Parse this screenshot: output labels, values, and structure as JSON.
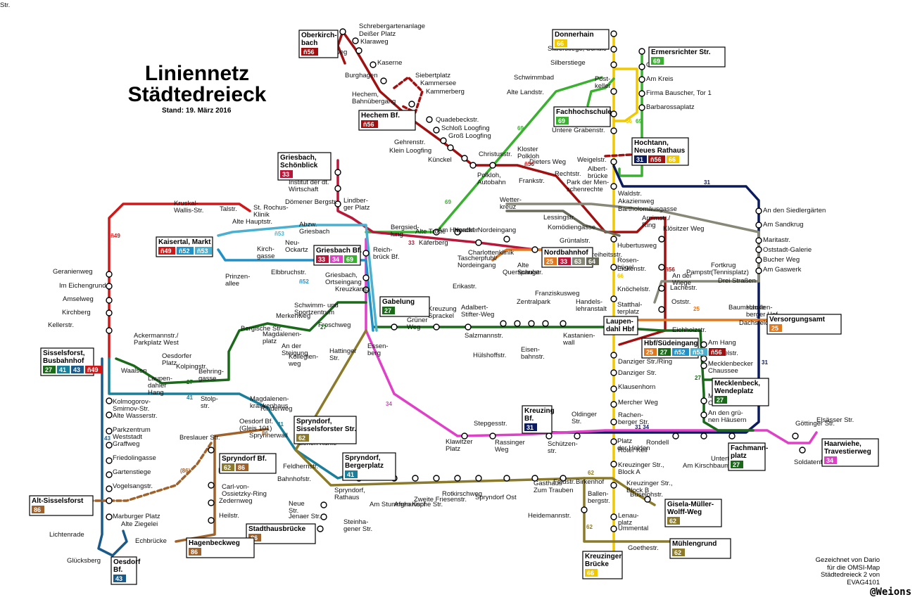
{
  "title_line1": "Liniennetz",
  "title_line2": "Städtedreieck",
  "stand": "Stand: 19. März 2016",
  "credit": [
    "Gezeichnet von Dario",
    "für die OMSI-Map",
    "Städtedreieck 2 von",
    "EVAG4101"
  ],
  "signature": "@Weions",
  "colors": {
    "L25": "#e07820",
    "L27": "#1a6a1a",
    "L31": "#0c1a5e",
    "L33": "#b8173a",
    "L34": "#e040c8",
    "L41": "#1a7f9a",
    "L43": "#1a5a8a",
    "L52": "#2090c8",
    "L53": "#4bb0d0",
    "L56": "#a01010",
    "L62": "#8a7a2a",
    "L63": "#888878",
    "L64": "#6a6a5a",
    "L66": "#f0c800",
    "L69": "#3ab030",
    "L86": "#a0622a",
    "L49": "#d01818"
  },
  "terminals": [
    {
      "id": "t-donnerhain",
      "name": "Donnerhain",
      "lines": [
        {
          "n": "66",
          "c": "L66"
        }
      ]
    },
    {
      "id": "t-ermersrichter",
      "name": "Ermersrichter Str.",
      "lines": [
        {
          "n": "69",
          "c": "L69"
        }
      ]
    },
    {
      "id": "t-oberkirchbach",
      "name": "Oberkirch-\nbach",
      "lines": [
        {
          "n": "ñ56",
          "c": "L56"
        }
      ]
    },
    {
      "id": "t-hechem",
      "name": "Hechem Bf.",
      "lines": [
        {
          "n": "ñ56",
          "c": "L56"
        }
      ]
    },
    {
      "id": "t-griesbach-schoenblick",
      "name": "Griesbach,\nSchönblick",
      "lines": [
        {
          "n": "33",
          "c": "L33"
        }
      ]
    },
    {
      "id": "t-fachhochschule",
      "name": "Fachhochschule",
      "lines": [
        {
          "n": "69",
          "c": "L69"
        }
      ]
    },
    {
      "id": "t-hochtann",
      "name": "Hochtann,\nNeues Rathaus",
      "lines": [
        {
          "n": "31",
          "c": "L31"
        },
        {
          "n": "ñ56",
          "c": "L56"
        },
        {
          "n": "66",
          "c": "L66"
        }
      ]
    },
    {
      "id": "t-kaisertal",
      "name": "Kaisertal, Markt",
      "lines": [
        {
          "n": "ñ49",
          "c": "L49"
        },
        {
          "n": "ñ52",
          "c": "L52"
        },
        {
          "n": "ñ53",
          "c": "L53"
        }
      ]
    },
    {
      "id": "t-griesbach-bf",
      "name": "Griesbach Bf.",
      "lines": [
        {
          "n": "33",
          "c": "L33"
        },
        {
          "n": "34",
          "c": "L34"
        },
        {
          "n": "69",
          "c": "L69"
        }
      ]
    },
    {
      "id": "t-nordbahnhof",
      "name": "Nordbahnhof",
      "lines": [
        {
          "n": "25",
          "c": "L25"
        },
        {
          "n": "33",
          "c": "L33"
        },
        {
          "n": "63",
          "c": "L63"
        },
        {
          "n": "64",
          "c": "L64"
        }
      ]
    },
    {
      "id": "t-gabelung",
      "name": "Gabelung",
      "lines": [
        {
          "n": "27",
          "c": "L27"
        }
      ]
    },
    {
      "id": "t-versorgungsamt",
      "name": "Versorgungsamt",
      "lines": [
        {
          "n": "25",
          "c": "L25"
        }
      ]
    },
    {
      "id": "t-hbf-suedeingang",
      "name": "Hbf/Südeingang",
      "lines": [
        {
          "n": "25",
          "c": "L25"
        },
        {
          "n": "27",
          "c": "L27"
        },
        {
          "n": "ñ52",
          "c": "L52"
        },
        {
          "n": "ñ53",
          "c": "L53"
        },
        {
          "n": "ñ56",
          "c": "L56"
        }
      ]
    },
    {
      "id": "t-sisselsforst",
      "name": "Sisselsforst,\nBusbahnhof",
      "lines": [
        {
          "n": "27",
          "c": "L27"
        },
        {
          "n": "41",
          "c": "L41"
        },
        {
          "n": "43",
          "c": "L43"
        },
        {
          "n": "ñ49",
          "c": "L49"
        }
      ]
    },
    {
      "id": "t-mecklenbeck",
      "name": "Mecklenbeck,\nWendeplatz",
      "lines": [
        {
          "n": "27",
          "c": "L27"
        }
      ]
    },
    {
      "id": "t-kreuzing",
      "name": "Kreuzing\nBf.",
      "lines": [
        {
          "n": "31",
          "c": "L31"
        }
      ]
    },
    {
      "id": "t-spryndorf-sisselsforster",
      "name": "Spryndorf,\nSisselsforster Str.",
      "lines": [
        {
          "n": "62",
          "c": "L62"
        }
      ]
    },
    {
      "id": "t-spryndorf-bf",
      "name": "Spryndorf Bf.",
      "lines": [
        {
          "n": "62",
          "c": "L62"
        },
        {
          "n": "86",
          "c": "L86"
        }
      ]
    },
    {
      "id": "t-spryndorf-bergerplatz",
      "name": "Spryndorf,\nBergerplatz",
      "lines": [
        {
          "n": "41",
          "c": "L41"
        }
      ]
    },
    {
      "id": "t-haarwiehe",
      "name": "Haarwiehe,\nTravestierweg",
      "lines": [
        {
          "n": "34",
          "c": "L34"
        }
      ]
    },
    {
      "id": "t-fachmannplatz",
      "name": "Fachmann-\nplatz",
      "lines": [
        {
          "n": "27",
          "c": "L27"
        }
      ]
    },
    {
      "id": "t-alt-sisselsforst",
      "name": "Alt-Sisselsforst",
      "lines": [
        {
          "n": "86",
          "c": "L86"
        }
      ]
    },
    {
      "id": "t-stadthausbruecke",
      "name": "Stadthausbrücke",
      "lines": [
        {
          "n": "86",
          "c": "L86"
        }
      ]
    },
    {
      "id": "t-hagenbeckweg",
      "name": "Hagenbeckweg",
      "lines": [
        {
          "n": "86",
          "c": "L86"
        }
      ]
    },
    {
      "id": "t-gisela",
      "name": "Gisela-Müller-\nWolff-Weg",
      "lines": [
        {
          "n": "62",
          "c": "L62"
        }
      ]
    },
    {
      "id": "t-muehlengrund",
      "name": "Mühlengrund",
      "lines": [
        {
          "n": "62",
          "c": "L62"
        }
      ]
    },
    {
      "id": "t-kreuzinger-bruecke",
      "name": "Kreuzinger\nBrücke",
      "lines": [
        {
          "n": "66",
          "c": "L66"
        }
      ]
    },
    {
      "id": "t-oesdorf",
      "name": "Oesdorf\nBf.",
      "lines": [
        {
          "n": "43",
          "c": "L43"
        }
      ]
    },
    {
      "id": "t-laupendahl-hbf",
      "name": "Laupen-\ndahl Hbf",
      "lines": []
    }
  ],
  "labels": [
    "Schrebergartenanlage",
    "Deißer Platz",
    "Klaraweg",
    "Charlottenweg",
    "Kaserne",
    "Burghagen",
    "Siebertplatz",
    "Kammersee",
    "Kammerberg",
    "Hechem,\nBahnübergang",
    "Quadebeckstr.",
    "Schloß Loogfing",
    "Groß Loogfing",
    "Gehrenstr.",
    "Klein Loogfing",
    "Künckel",
    "Polkloh,\nAutobahn",
    "Silberstiege, Schule",
    "Silberstiege",
    "Schwimmbad",
    "Alte Landstr.",
    "Post-\nkeller",
    "Ottostr.",
    "Am Kreis",
    "Firma Bauscher, Tor 1",
    "Barbarossaplatz",
    "Untere Grabenstr.",
    "Weigelstr.",
    "Albert-\nbrücke",
    "Christusstr.",
    "Kloster\nPolkloh",
    "Rechtstr.",
    "Park der Men-\nschenrechte",
    "Dieters Weg",
    "Frankstr.",
    "Waldstr.",
    "Akazienweg",
    "Bartholomäusgasse",
    "An den Siedlergärten",
    "Am Sandkrug",
    "Maritastr.",
    "Oststadt-Galerie",
    "Bucher Weg",
    "Am Gaswerk",
    "Riederbachstr.",
    "Institut der dt.\nWirtschaft",
    "Dömener Bergstr.",
    "Lindber-\nger Platz",
    "Abzw.\nGriesbach",
    "Kruskal-\nWallis-Str.",
    "Talstr.",
    "St. Rochus-\nKlinik",
    "Alte Hauptstr.",
    "Neu-\nOckartz",
    "Kirch-\ngasse",
    "Prinzen-\nallee",
    "Elbbruchstr.",
    "Bergsied-\nlung",
    "Alte Trotte",
    "Käferberg",
    "Am Hagacker",
    "Nordbf. Nordeingang",
    "Tascherpfuhl/\nNordeingang",
    "Charlottenklinik",
    "Wetter-\nkreuz",
    "Lessingstr.",
    "Komödiengasse",
    "Hubertusweg",
    "Arnimstr./\nRing",
    "Klösitzer Weg",
    "Reich-\nbrück Bf.",
    "Griesbach,\nOrtseingang",
    "Kreuzkamp",
    "Erikastr.",
    "Querspange",
    "Alte\nSchulstr.",
    "Grüntalstr.",
    "Freiheitsstr.",
    "Rosen-\nhügel",
    "Eickenstr.",
    "Knöchelstr.",
    "Statthal-\nterplatz",
    "Lachestr.",
    "Oststr.",
    "An der\nWiege",
    "Pampstr.",
    "Fortkrug\n(Tennisplatz)",
    "Drei Straßen",
    "Baumschule",
    "Dachsfeld",
    "Hacklen-\nberger Hof",
    "Eichholzstr.",
    "Am Hang",
    "Hoebelstr.",
    "Mecklenbecker\nChaussee",
    "Mecklenbeck,\nOrtsmitte",
    "An den grü-\nnen Häusern",
    "Franziskusweg",
    "Zentralpark",
    "Handels-\nlehranstalt",
    "Adalbert-\nStifter-Weg",
    "Kreuzung\nSprackel",
    "Grüner\nWeg",
    "Salzmannstr.",
    "Kastanien-\nwall",
    "Eisen-\nbahnstr.",
    "Hülshoffstr.",
    "Schwimm- und\nSportzentrum",
    "Merkenweg",
    "Bergische Str.",
    "Magdalenen-\nplatz",
    "An der\nSteigung",
    "Froschweg",
    "Kollegien-\nweg",
    "Hattinger\nStr.",
    "Essen-\nberg",
    "Ackermannstr./\nParkplatz West",
    "Oesdorfer\nPlatz",
    "Kolpingstr.",
    "Waalsen",
    "Laupen-\ndahler\nHang",
    "Behring-\ngasse",
    "Stolp-\nstr.",
    "Magdalenen-\nkrankenhaus",
    "Rinderweg",
    "Geranienweg",
    "Im Eichengrund",
    "Amselweg",
    "Kirchberg",
    "Kellerstr.",
    "Kolmogorov-\nSmirnov-Str.",
    "Alte Wasserstr.",
    "Parkzentrum\nWeststadt",
    "Graffweg",
    "Friedolingasse",
    "Gartenstiege",
    "Vogelsangstr.",
    "Marburger Platz",
    "Alte Ziegelei",
    "Lichtenrade",
    "Echbrücke",
    "Glücksberg",
    "Oesdorf Bf.\n(Gleis 101)",
    "Sprynnerwall",
    "Zur gol-\ndenen Kuhle",
    "Breslauer Str.",
    "Hüttenstr.",
    "Carl-von-\nOssietzky-Ring",
    "Zedernweg",
    "Heilstr.",
    "Feldhernstr.",
    "Bahnhofstr.",
    "Spryndorf,\nRathaus",
    "Neue\nStr.",
    "Jenaer Str.",
    "Stepgesstr.",
    "Klawitzer\nPlatz",
    "Rassinger\nWeg",
    "Schützen-\nstr.",
    "Oldinger\nStr.",
    "Rachen-\nberger Str.",
    "Mercher Weg",
    "Klausenhorn",
    "Danziger Str.",
    "Danziger Str./Ring",
    "Platz\nder Helden",
    "Rondell",
    "Roter Keil",
    "Kreuzinger Str.,\nBlock A",
    "Kreuzinger Str.,\nBlock B",
    "Buselohstr.",
    "Ballen-\nbergstr.",
    "Lenau-\nplatz",
    "Ümmental",
    "Goethestr.",
    "Steinha-\ngener Str.",
    "Am Stummen Kopf",
    "Afghanische Str.",
    "Zweite Friesenstr.",
    "Rotkirschweg",
    "Spryndorf Ost",
    "Gasthaus\nZum Trauben",
    "Feldstr.",
    "Birkenhof",
    "Heidemannstr.",
    "Am Kirschbaum",
    "Untertorweg",
    "Göttinger Str.",
    "Elsässer Str.",
    "Soldatenfriedhof",
    "Dessauer\nStr."
  ]
}
